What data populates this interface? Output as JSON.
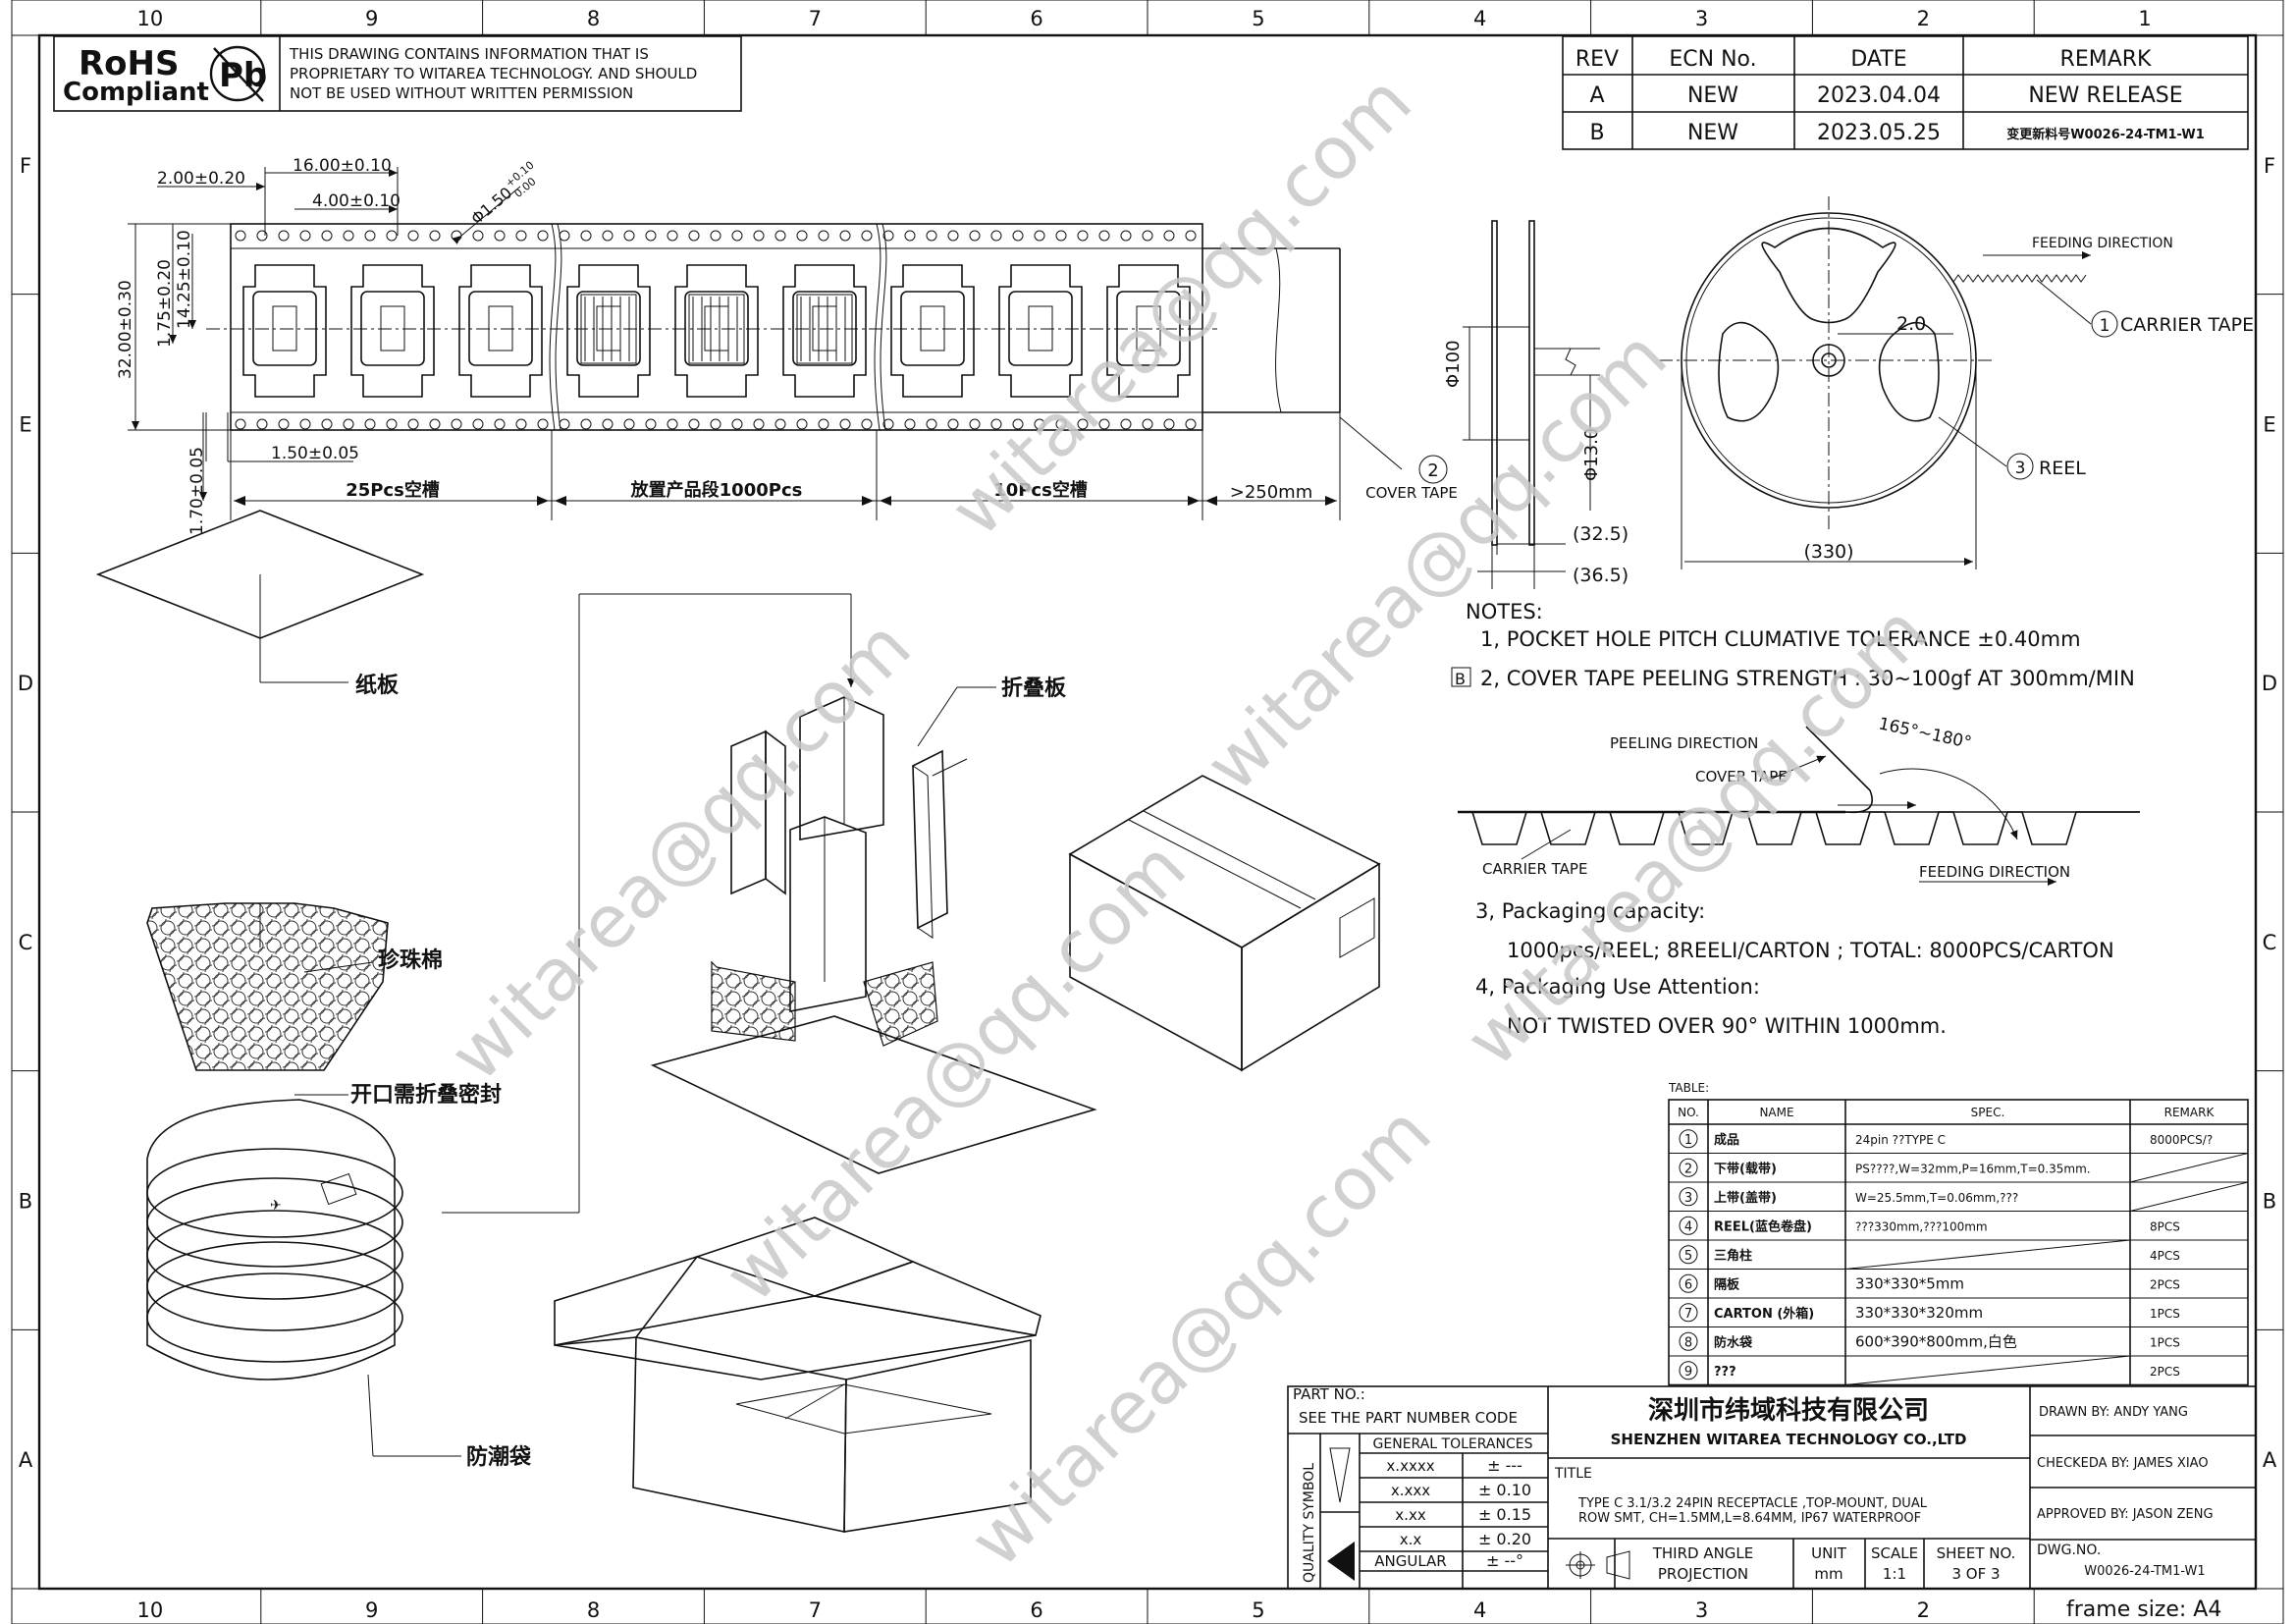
{
  "border": {
    "cols_top": [
      "10",
      "9",
      "8",
      "7",
      "6",
      "5",
      "4",
      "3",
      "2",
      "1"
    ],
    "cols_bottom": [
      "10",
      "9",
      "8",
      "7",
      "6",
      "5",
      "4",
      "3",
      "2"
    ],
    "rows": [
      "F",
      "E",
      "D",
      "C",
      "B",
      "A"
    ],
    "frame_size": "frame size: A4"
  },
  "rohs": {
    "line1": "RoHS",
    "line2": "Compliant",
    "pb": "Pb"
  },
  "notice": [
    "THIS DRAWING CONTAINS INFORMATION THAT IS",
    "PROPRIETARY TO WITAREA TECHNOLOGY. AND SHOULD",
    "NOT BE USED WITHOUT WRITTEN PERMISSION"
  ],
  "revision": {
    "headers": [
      "REV",
      "ECN No.",
      "DATE",
      "REMARK"
    ],
    "rows": [
      [
        "A",
        "NEW",
        "2023.04.04",
        "NEW RELEASE"
      ],
      [
        "B",
        "NEW",
        "2023.05.25",
        "变更新料号W0026-24-TM1-W1"
      ]
    ]
  },
  "tape_dims": {
    "d1": "16.00±0.10",
    "d2": "2.00±0.20",
    "d3": "4.00±0.10",
    "d4": "Φ1.50",
    "d4_tol": "+0.10",
    "d4_tol2": "0.00",
    "d5": "32.00±0.30",
    "d6": "1.75±0.20",
    "d7": "14.25±0.10",
    "d8": "1.50±0.05",
    "d9": "1.70±0.05",
    "seg1": "25Pcs空槽",
    "seg2": "放置产品段1000Pcs",
    "seg3": "10Pcs空槽",
    "seg4": ">250mm",
    "cover_num": "2",
    "cover_label": "COVER TAPE"
  },
  "reel": {
    "d100": "Φ100",
    "d13": "Φ13.0",
    "d325": "(32.5)",
    "d365": "(36.5)",
    "d330": "(330)",
    "d20": "2.0",
    "feeding": "FEEDING DIRECTION",
    "c1_num": "1",
    "c1": "CARRIER TAPE",
    "c3_num": "3",
    "c3": "REEL"
  },
  "notes": {
    "title": "NOTES:",
    "n1": "1, POCKET HOLE PITCH CLUMATIVE TOLERANCE ±0.40mm",
    "n2_mark": "B",
    "n2": "2, COVER TAPE PEELING STRENGTH : 30~100gf AT 300mm/MIN",
    "peel": "PEELING DIRECTION",
    "cover": "COVER TAPE",
    "angle": "165°~180°",
    "carrier": "CARRIER TAPE",
    "feeding": "FEEDING DIRECTION",
    "n3": "3, Packaging capacity:",
    "n3b": "1000pcs/REEL;   8REELI/CARTON ; TOTAL: 8000PCS/CARTON",
    "n4": "4, Packaging Use Attention:",
    "n4b": "NOT TWISTED OVER 90° WITHIN 1000mm."
  },
  "labels": {
    "paper": "纸板",
    "pearl": "珍珠棉",
    "fold": "折叠板",
    "open_seal": "开口需折叠密封",
    "moisture": "防潮袋"
  },
  "bom": {
    "caption": "TABLE:",
    "headers": [
      "NO.",
      "NAME",
      "SPEC.",
      "REMARK"
    ],
    "rows": [
      [
        "1",
        "成品",
        "24pin ??TYPE C",
        "8000PCS/?"
      ],
      [
        "2",
        "下带(载带)",
        "PS????,W=32mm,P=16mm,T=0.35mm.",
        ""
      ],
      [
        "3",
        "上带(盖带)",
        "W=25.5mm,T=0.06mm,???",
        ""
      ],
      [
        "4",
        "REEL(蓝色卷盘)",
        "???330mm,???100mm",
        "8PCS"
      ],
      [
        "5",
        "三角柱",
        "",
        "4PCS"
      ],
      [
        "6",
        "隔板",
        "330*330*5mm",
        "2PCS"
      ],
      [
        "7",
        "CARTON    (外箱)",
        "330*330*320mm",
        "1PCS"
      ],
      [
        "8",
        "防水袋",
        "600*390*800mm,白色",
        "1PCS"
      ],
      [
        "9",
        "???",
        "",
        "2PCS"
      ]
    ]
  },
  "title_block": {
    "part_no": "PART NO.:",
    "see": "SEE THE PART NUMBER CODE",
    "company_cn": "深圳市纬域科技有限公司",
    "company_en": "SHENZHEN WITAREA TECHNOLOGY CO.,LTD",
    "drawn": "DRAWN BY:  ANDY YANG",
    "checked": "CHECKEDA BY: JAMES XIAO",
    "approved": "APPROVED BY: JASON ZENG",
    "dwg_label": "DWG.NO.",
    "dwg": "W0026-24-TM1-W1",
    "quality": "QUALITY SYMBOL",
    "gen_tol": "GENERAL TOLERANCES",
    "tol_rows": [
      [
        "x.xxxx",
        "± ---"
      ],
      [
        "x.xxx",
        "± 0.10"
      ],
      [
        "x.xx",
        "± 0.15"
      ],
      [
        "x.x",
        "± 0.20"
      ],
      [
        "ANGULAR",
        "± --°"
      ]
    ],
    "title_label": "TITLE",
    "title1": "TYPE C 3.1/3.2 24PIN RECEPTACLE ,TOP-MOUNT, DUAL",
    "title2": "ROW SMT, CH=1.5MM,L=8.64MM, IP67 WATERPROOF",
    "proj1": "THIRD ANGLE",
    "proj2": "PROJECTION",
    "unit_l": "UNIT",
    "unit": "mm",
    "scale_l": "SCALE",
    "scale": "1:1",
    "sheet_l": "SHEET NO.",
    "sheet": "3 OF 3"
  },
  "watermark": "witarea@qq.com"
}
